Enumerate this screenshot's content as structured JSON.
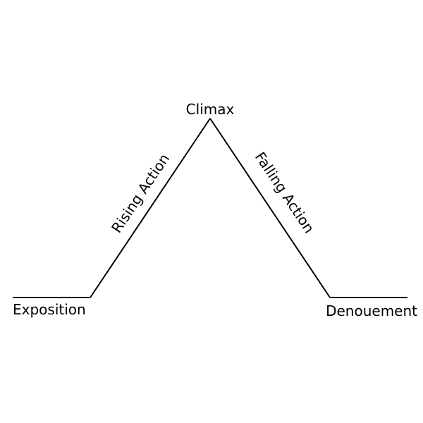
{
  "diagram": {
    "labels": {
      "exposition": "Exposition",
      "rising_action": "Rising Action",
      "climax": "Climax",
      "falling_action": "Falling Action",
      "denouement": "Denouement"
    },
    "colors": {
      "line": "#000000",
      "text": "#000000",
      "background": "#ffffff"
    }
  }
}
